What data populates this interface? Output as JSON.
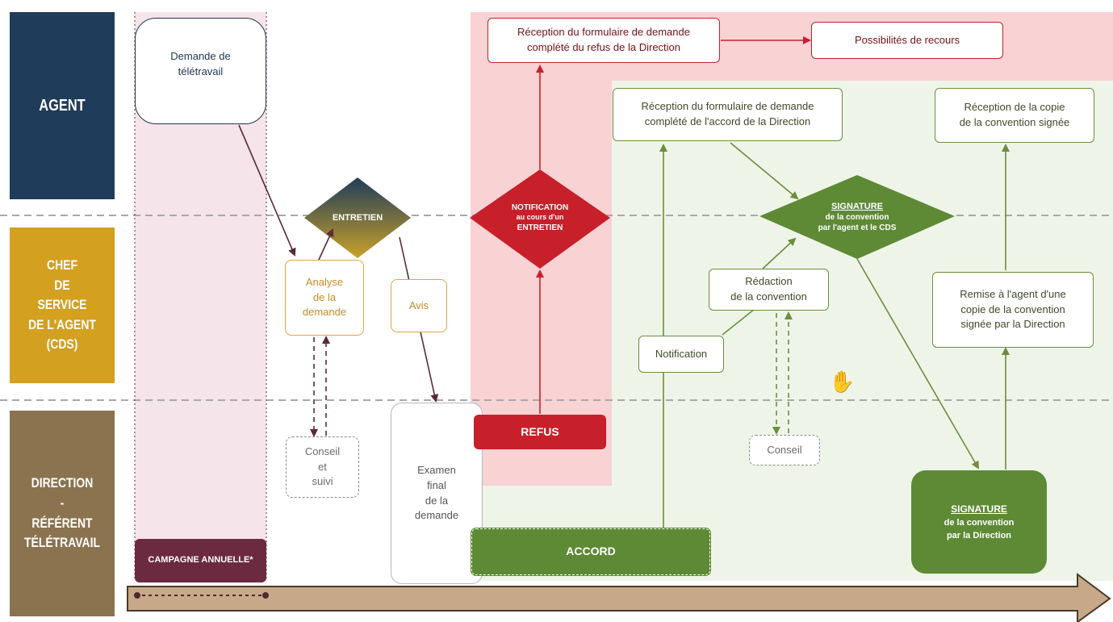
{
  "lanes": {
    "agent": "AGENT",
    "cds": "CHEF\nDE\nSERVICE\nDE L'AGENT\n(CDS)",
    "direction": "DIRECTION\n-\nRÉFÉRENT\nTÉLÉTRAVAIL"
  },
  "nodes": {
    "demande": "Demande de\ntélétravail",
    "entretien": "ENTRETIEN",
    "analyse": "Analyse\nde la\ndemande",
    "avis": "Avis",
    "conseil_suivi": "Conseil\net\nsuivi",
    "examen": "Examen\nfinal\nde la\ndemande",
    "campagne": "CAMPAGNE ANNUELLE*",
    "notif_line1": "NOTIFICATION",
    "notif_line2": "au cours d'un",
    "notif_line3": "ENTRETIEN",
    "refus": "REFUS",
    "reception_refus": "Réception du formulaire de demande\ncomplété du refus de la Direction",
    "recours": "Possibilités de recours",
    "reception_accord": "Réception du formulaire de demande\ncomplété de l'accord de la Direction",
    "sig_cds_title": "SIGNATURE",
    "sig_cds_line2": "de la convention",
    "sig_cds_line3": "par l'agent et le CDS",
    "redaction": "Rédaction\nde la convention",
    "notification": "Notification",
    "conseil": "Conseil",
    "accord": "ACCORD",
    "reception_copie": "Réception de la copie\nde la convention signée",
    "remise": "Remise à l'agent d'une\ncopie de la convention\nsignée par la Direction",
    "sig_dir_title": "SIGNATURE",
    "sig_dir_line2": "de la convention",
    "sig_dir_line3": "par la Direction"
  },
  "colors": {
    "agent": "#1f3c5a",
    "cds": "#d4a020",
    "direction": "#8b7350",
    "refus_zone": "#f9d2d4",
    "accord_zone": "#eef5e8",
    "campagne_zone": "#f5e4ea",
    "red": "#c8202a",
    "green": "#5e8a35",
    "purple": "#6b2a40",
    "timeline": "#c7a98a"
  }
}
